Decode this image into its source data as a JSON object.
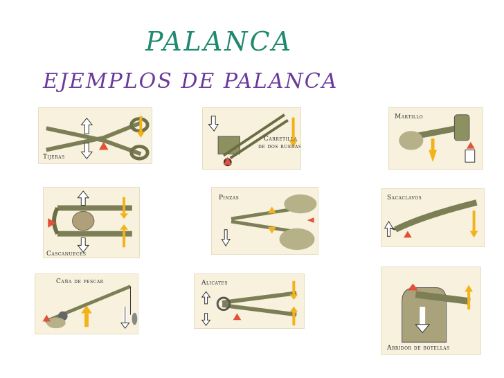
{
  "title": "PALANCA",
  "subtitle": "EJEMPLOS DE PALANCA",
  "panels": {
    "tijeras": "Tijeras",
    "carretilla_1": "Carretilla",
    "carretilla_2": "de dos ruedas",
    "martillo": "Martillo",
    "cascanueces": "Cascanueces",
    "pinzas": "Pinzas",
    "sacaclavos": "Sacaclavos",
    "cana": "Caña de pescar",
    "alicates": "Alicates",
    "abridor": "Abridor de botellas"
  },
  "colors": {
    "title": "#1f8a6f",
    "subtitle": "#6a3a9c",
    "arrow_yellow": "#f2b21a",
    "fulcrum_red": "#e2523a",
    "tool_green": "#9aa36a"
  }
}
